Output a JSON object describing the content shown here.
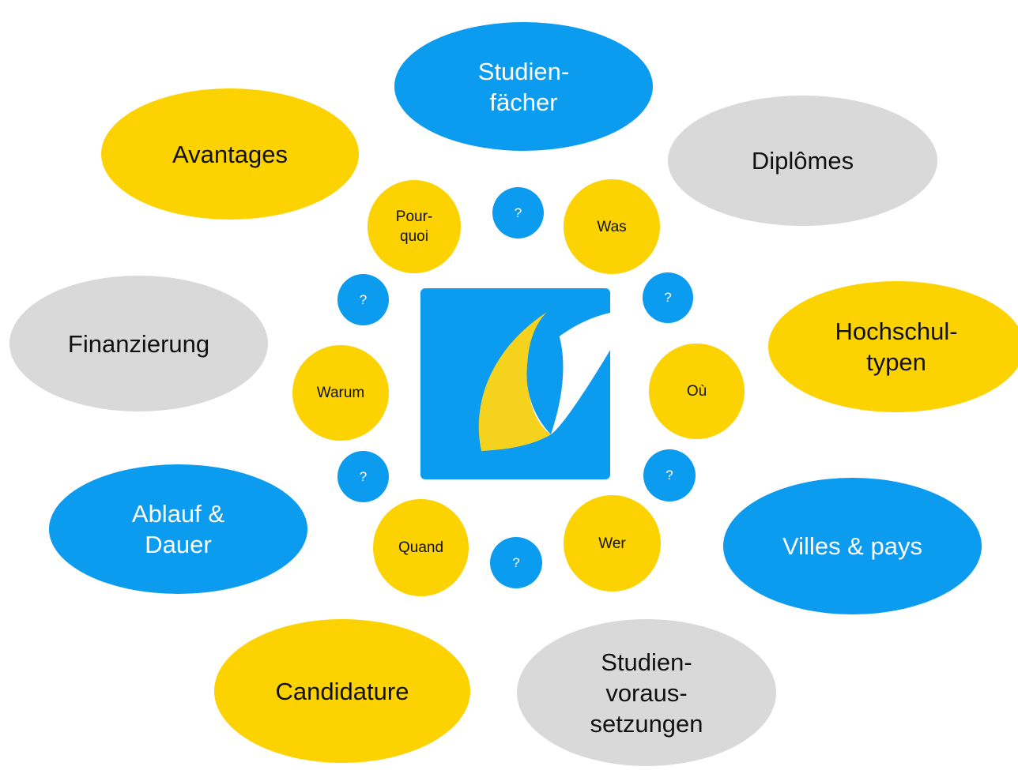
{
  "topics": {
    "studienfaecher": [
      "Studien-",
      "fächer"
    ],
    "diplomes": [
      "Diplômes"
    ],
    "avantages": [
      "Avantages"
    ],
    "hochschultypen": [
      "Hochschul-",
      "typen"
    ],
    "finanzierung": [
      "Finanzierung"
    ],
    "ablauf": [
      "Ablauf &",
      "Dauer"
    ],
    "villes": [
      "Villes & pays"
    ],
    "candidature": [
      "Candidature"
    ],
    "studienvoraussetzungen": [
      "Studien-",
      "voraus-",
      "setzungen"
    ]
  },
  "questions": {
    "pourquoi": [
      "Pour-",
      "quoi"
    ],
    "was": "Was",
    "warum": "Warum",
    "ou": "Où",
    "quand": "Quand",
    "wer": "Wer"
  },
  "question_mark": "?",
  "colors": {
    "blue": "#0b9bef",
    "yellow": "#fcd200",
    "grey": "#d9d9d9"
  }
}
